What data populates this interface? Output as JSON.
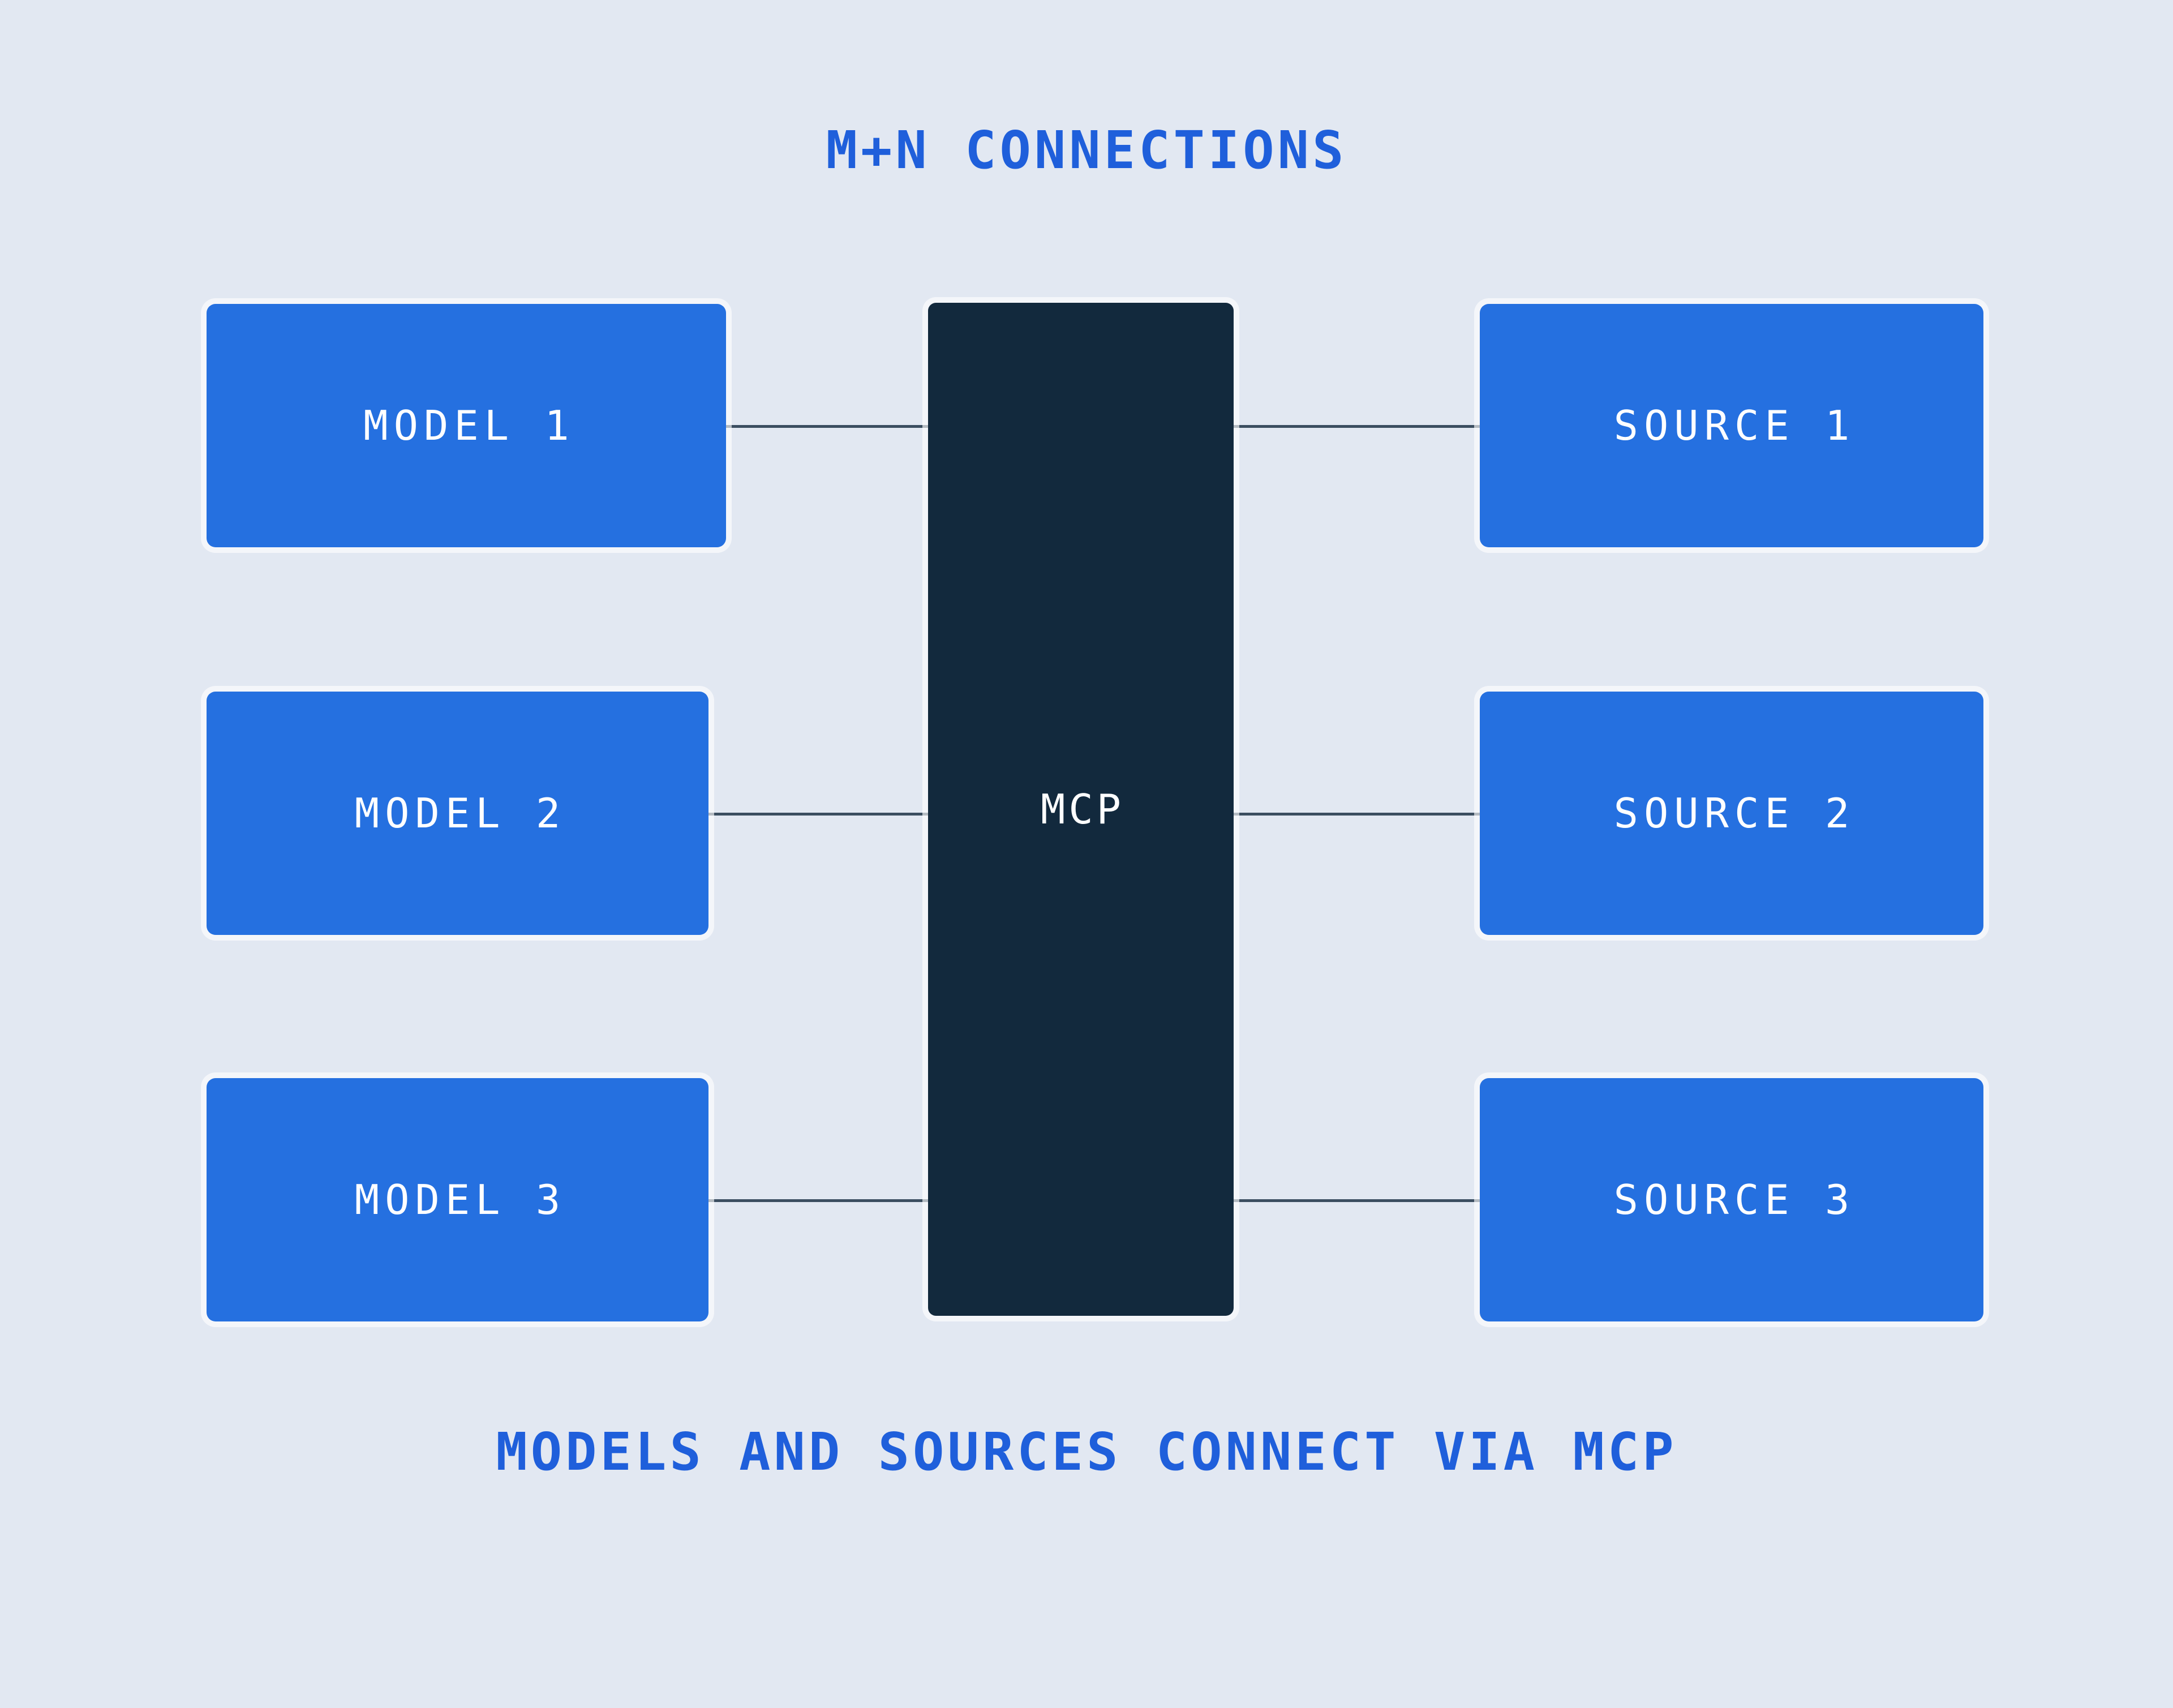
{
  "page": {
    "title": "M+N CONNECTIONS",
    "caption": "MODELS AND SOURCES CONNECT VIA MCP",
    "background_color": "#e2e8f2",
    "accent_color": "#1f5fdb",
    "node_color": "#2570e0",
    "hub_color": "#12293d",
    "link_color": "#3b4e60",
    "node_text_color": "#ffffff"
  },
  "diagram": {
    "type": "hub-and-spoke",
    "hub": {
      "label": "MCP"
    },
    "left_column": {
      "role": "models",
      "nodes": [
        {
          "label": "MODEL 1"
        },
        {
          "label": "MODEL 2"
        },
        {
          "label": "MODEL 3"
        }
      ]
    },
    "right_column": {
      "role": "sources",
      "nodes": [
        {
          "label": "SOURCE 1"
        },
        {
          "label": "SOURCE 2"
        },
        {
          "label": "SOURCE 3"
        }
      ]
    },
    "connections": [
      {
        "from": "MODEL 1",
        "to": "MCP"
      },
      {
        "from": "MODEL 2",
        "to": "MCP"
      },
      {
        "from": "MODEL 3",
        "to": "MCP"
      },
      {
        "from": "MCP",
        "to": "SOURCE 1"
      },
      {
        "from": "MCP",
        "to": "SOURCE 2"
      },
      {
        "from": "MCP",
        "to": "SOURCE 3"
      }
    ],
    "connection_count": 6
  }
}
